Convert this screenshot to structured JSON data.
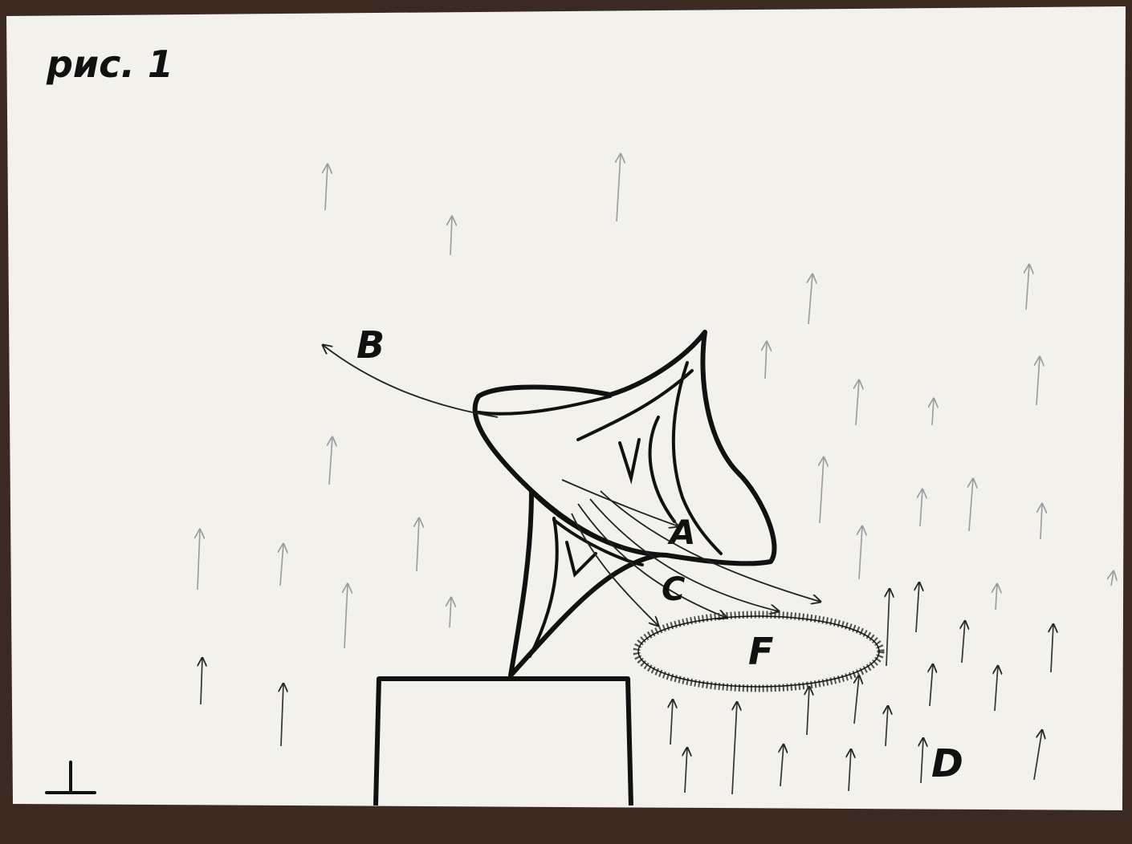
{
  "figure": {
    "caption": "рис. 1",
    "labels": {
      "a": "A",
      "b": "B",
      "c": "C",
      "d": "D",
      "f": "F"
    }
  },
  "colors": {
    "paper": "#f2f1ec",
    "ink": "#111111",
    "faint_ink": "#9a9aa0",
    "table": "#3a2a22"
  }
}
